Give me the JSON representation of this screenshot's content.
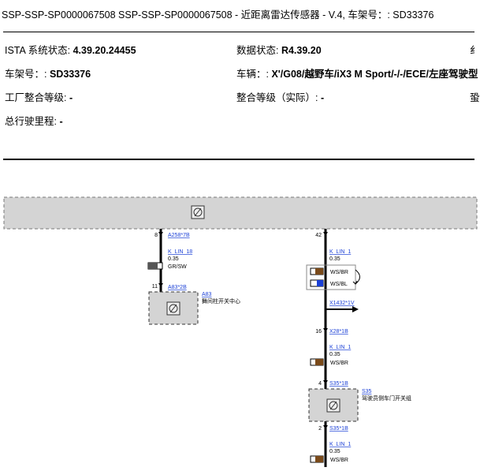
{
  "header": {
    "title": "SSP-SSP-SP0000067508 SSP-SSP-SP0000067508 - 近距离雷达传感器 - V.4, 车架号：: SD33376"
  },
  "info": {
    "ista_label": "ISTA 系统状态: ",
    "ista_value": "4.39.20.24455",
    "data_label": "数据状态: ",
    "data_value": "R4.39.20",
    "vin_label": "车架号：: ",
    "vin_value": "SD33376",
    "vehicle_label": "车辆：: ",
    "vehicle_value": "X'/G08/越野车/iX3 M Sport/-/-/ECE/左座驾驶型",
    "factory_label": "工厂整合等级: ",
    "factory_value": "-",
    "actual_label": "整合等级（实际）: ",
    "actual_value": "-",
    "mileage_label": "总行驶里程: ",
    "mileage_value": "-",
    "cut_right_1": "纟",
    "cut_right_3": "蛩"
  },
  "diagram": {
    "left": {
      "top_pin": "8",
      "top_connector": "A258*7B",
      "wire_name": "K_LIN_18",
      "wire_size": "0.35",
      "wire_color": "GR/SW",
      "bottom_pin": "11",
      "module_connector": "A83*2B",
      "module_id": "A83",
      "module_name": "舞间柱开关中心"
    },
    "right": {
      "top_pin": "42",
      "wire1_name": "K_LIN_1",
      "wire1_size": "0.35",
      "wire1_color_a": "WS/BR",
      "wire1_color_b": "WS/BL",
      "junction": "X1432*1V",
      "pin2": "16",
      "connector2": "X28*1B",
      "wire2_name": "K_LIN_1",
      "wire2_size": "0.35",
      "wire2_color": "WS/BR",
      "pin3": "4",
      "connector3": "S35*1B",
      "module_id": "S35",
      "module_name": "驾驶员侧车门开关组",
      "pin4": "2",
      "connector4": "S35*1B",
      "wire3_name": "K_LIN_1",
      "wire3_size": "0.35",
      "wire3_color": "WS/BR"
    }
  }
}
